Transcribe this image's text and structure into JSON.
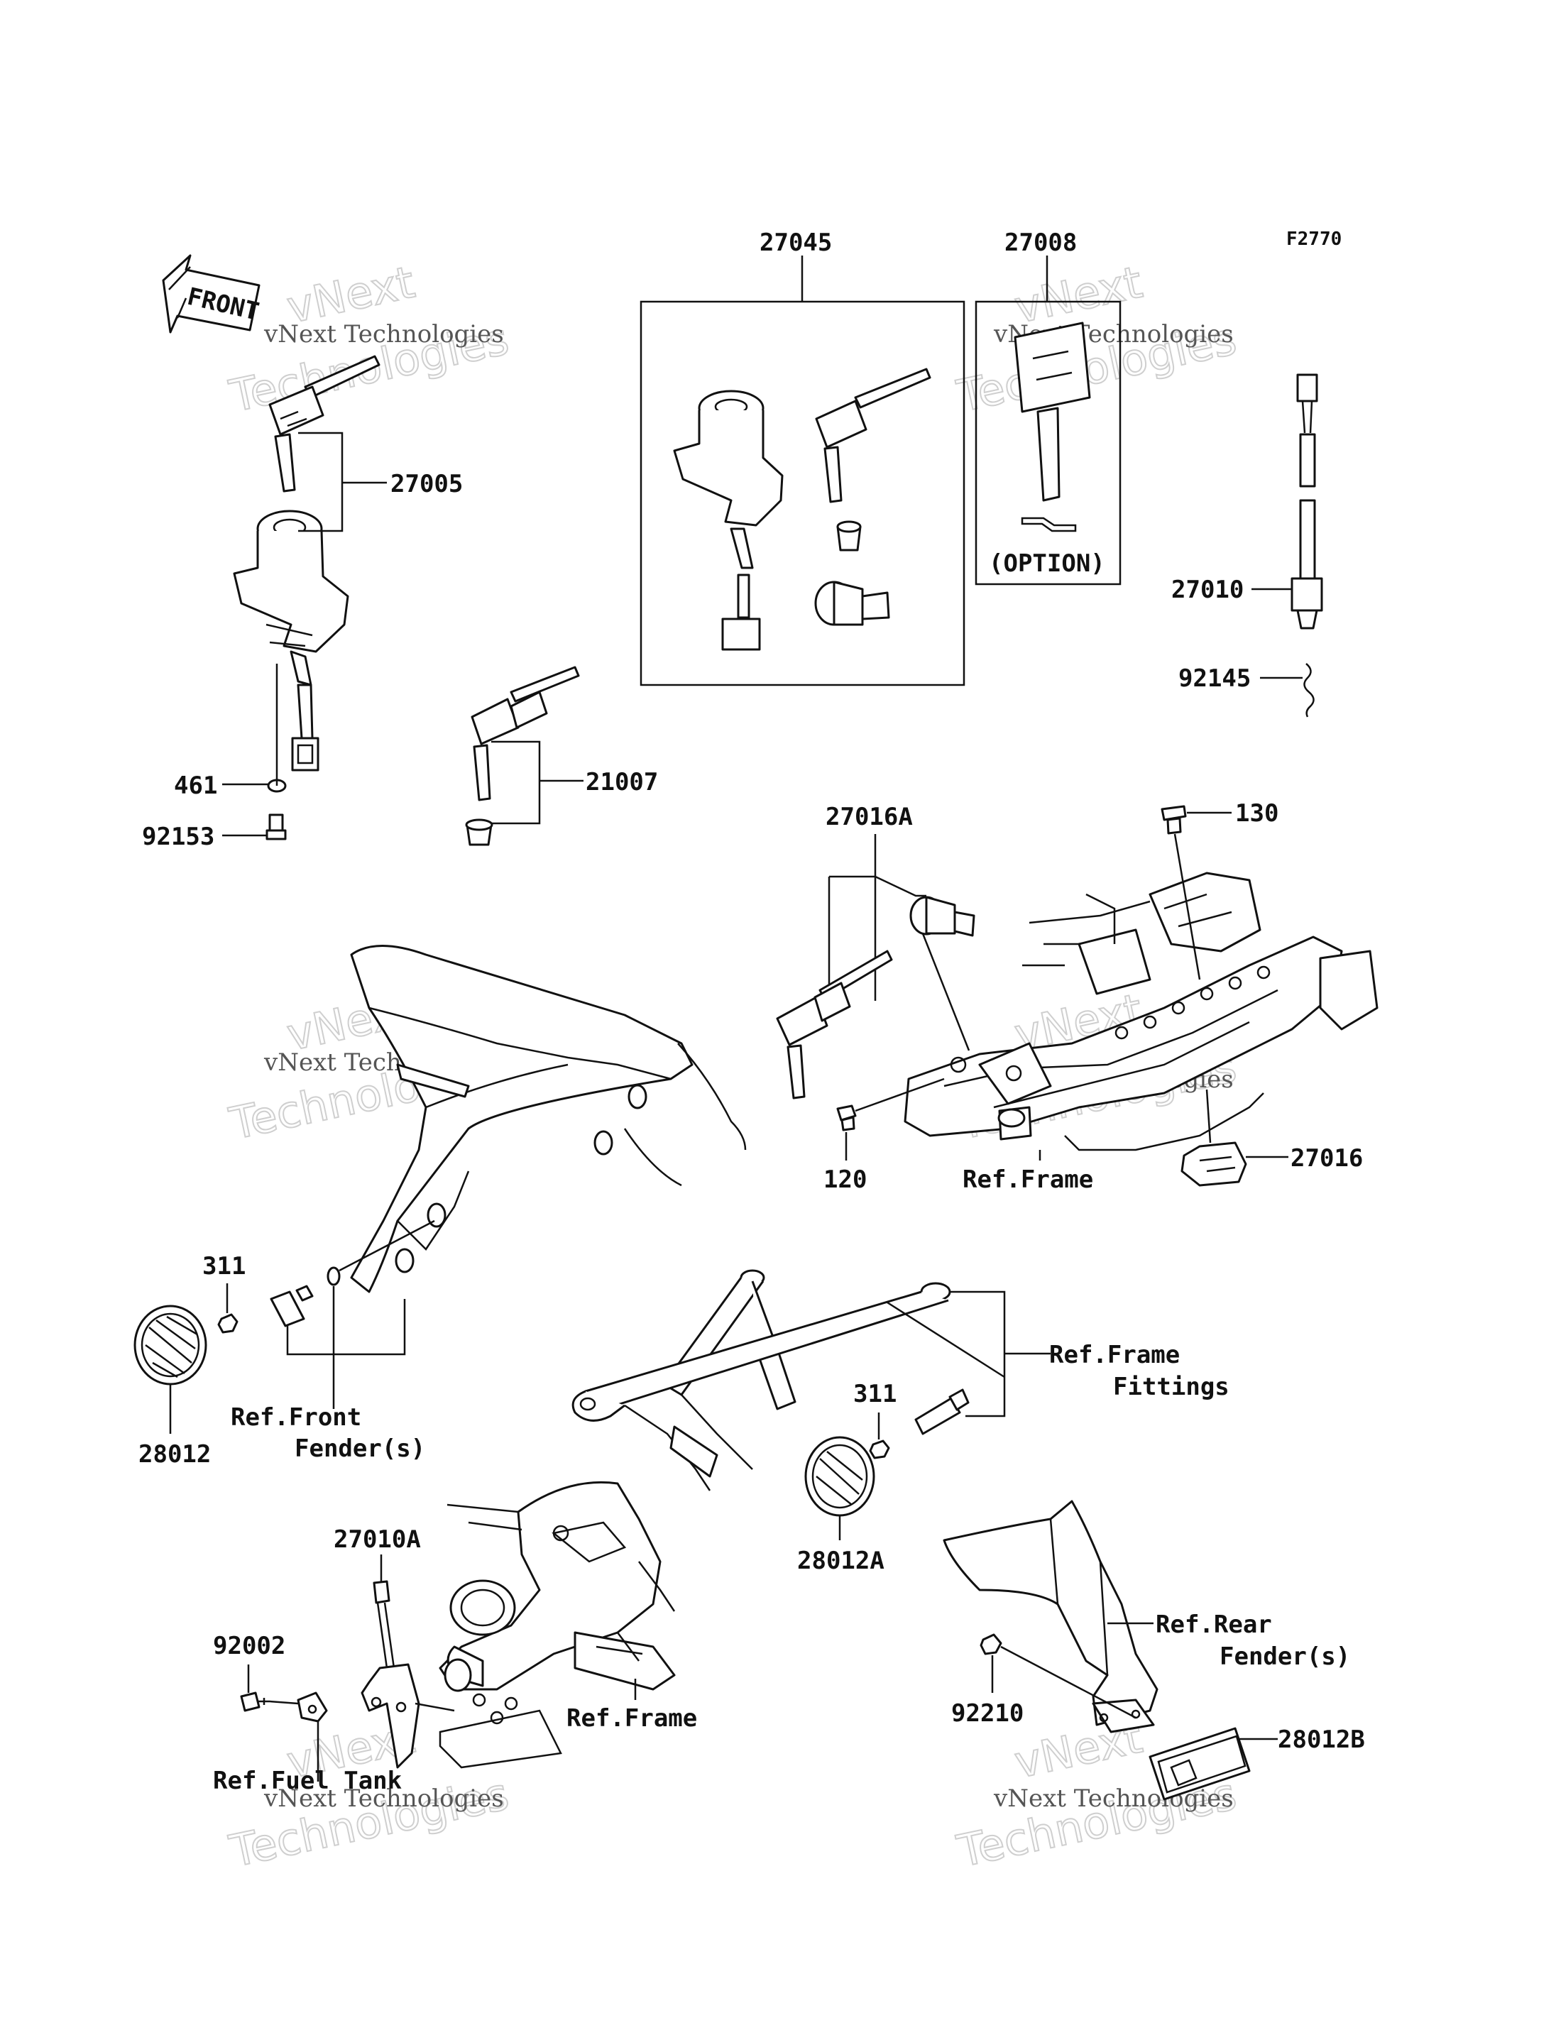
{
  "figure_code": "F2770",
  "front_arrow": "FRONT",
  "watermark": {
    "line1": "vNext Technologies",
    "line2": "Technologies",
    "line3": "vNext"
  },
  "callouts": {
    "p27045": "27045",
    "p27008": "27008",
    "p27005": "27005",
    "p27010": "27010",
    "p92145": "92145",
    "p461": "461",
    "p92153": "92153",
    "p21007": "21007",
    "p27016A": "27016A",
    "p130": "130",
    "p120": "120",
    "p27016": "27016",
    "p311a": "311",
    "p28012": "28012",
    "p311b": "311",
    "p28012A": "28012A",
    "p27010A": "27010A",
    "p92002": "92002",
    "p92210": "92210",
    "p28012B": "28012B"
  },
  "notes": {
    "option": "(OPTION)",
    "ref_frame_1": "Ref.Frame",
    "ref_frame_fittings_1": "Ref.Frame",
    "ref_frame_fittings_2": "Fittings",
    "ref_front_fender_1": "Ref.Front",
    "ref_front_fender_2": "Fender(s)",
    "ref_frame_2": "Ref.Frame",
    "ref_fuel_tank": "Ref.Fuel Tank",
    "ref_rear_fender_1": "Ref.Rear",
    "ref_rear_fender_2": "Fender(s)"
  }
}
